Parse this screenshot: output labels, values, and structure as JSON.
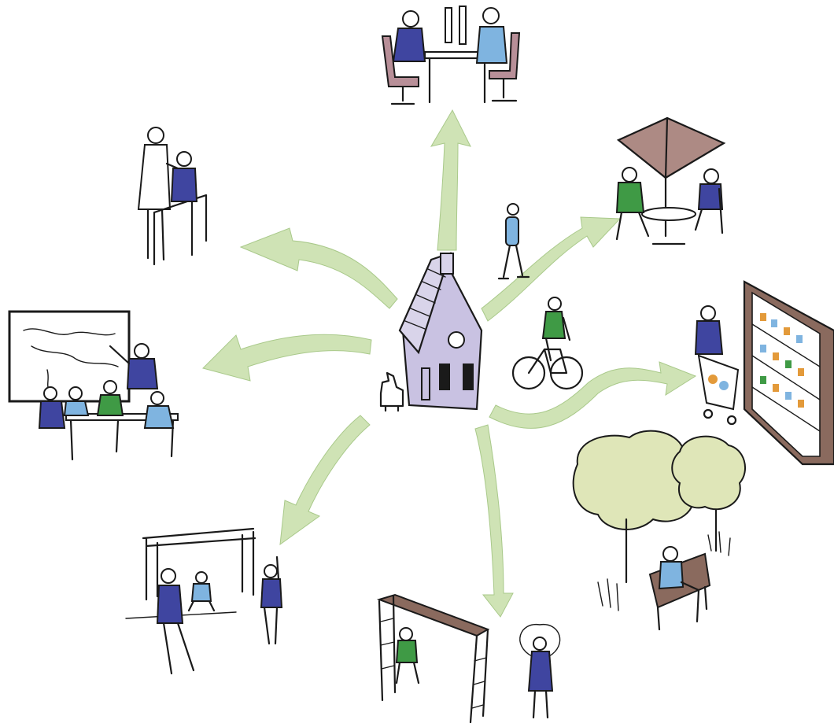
{
  "colors": {
    "background": "#ffffff",
    "arrow_fill": "#cfe3b5",
    "arrow_edge": "#a9c98a",
    "shirt_blue": "#3f45a0",
    "shirt_light_blue": "#7fb4e0",
    "shirt_green": "#3f9a45",
    "house_lilac": "#c9c2e2",
    "chair_mauve": "#b88f98",
    "umbrella_mauve": "#ad8a84",
    "wood_brown": "#8a6a5e",
    "tree_foliage": "#dfe6b8",
    "ink": "#1a1a1a"
  },
  "diagram": {
    "center": {
      "name": "home",
      "icon": "house-icon"
    },
    "destinations": [
      {
        "name": "office",
        "icon": "office-desk-icon"
      },
      {
        "name": "cafe",
        "icon": "cafe-umbrella-icon"
      },
      {
        "name": "grocery",
        "icon": "grocery-shelf-icon"
      },
      {
        "name": "park",
        "icon": "park-bench-trees-icon"
      },
      {
        "name": "playground",
        "icon": "monkey-bars-icon"
      },
      {
        "name": "outdoor-fitness",
        "icon": "pergola-exercise-icon"
      },
      {
        "name": "school",
        "icon": "classroom-map-icon"
      },
      {
        "name": "clinic",
        "icon": "doctor-patient-icon"
      }
    ],
    "travel_modes": [
      {
        "name": "walking",
        "icon": "walking-person-icon"
      },
      {
        "name": "cycling",
        "icon": "bicycle-rider-icon"
      },
      {
        "name": "pet",
        "icon": "dog-icon"
      }
    ]
  }
}
